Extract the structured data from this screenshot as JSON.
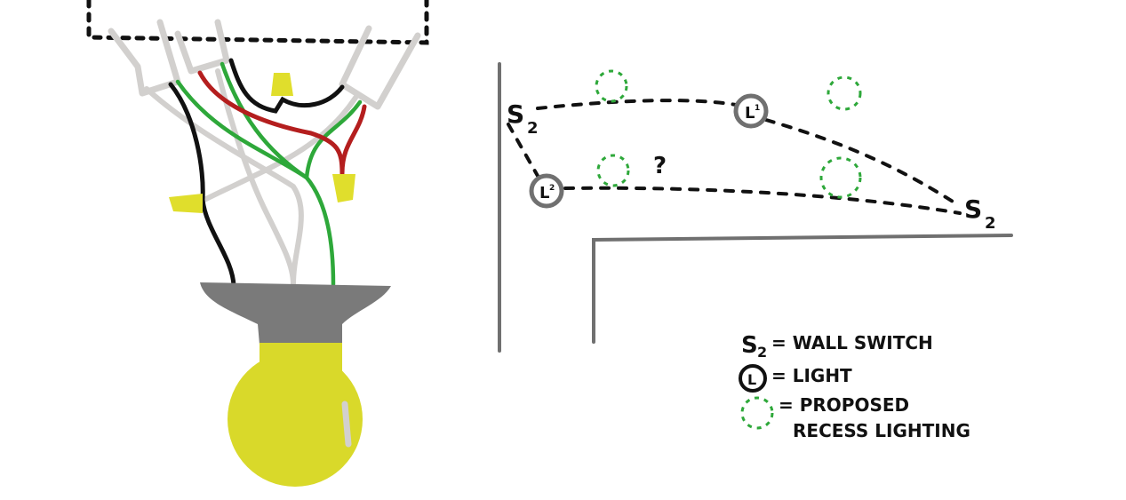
{
  "colors": {
    "black_wire": "#111111",
    "white_wire": "#d2d0ce",
    "green_wire": "#2ea83a",
    "red_wire": "#b41e1e",
    "wire_nut": "#e0de2c",
    "socket": "#7a7a7a",
    "bulb": "#d9d92a",
    "wall": "#707070",
    "recess": "#2ea83a"
  },
  "plan": {
    "switch_top": {
      "label": "S",
      "sub": "2"
    },
    "switch_bottom": {
      "label": "S",
      "sub": "2"
    },
    "light_1": {
      "label": "L",
      "sup": "1"
    },
    "light_2": {
      "label": "L",
      "sup": "2"
    },
    "question": "?"
  },
  "legend": {
    "switch_symbol": {
      "label": "S",
      "sub": "2"
    },
    "switch_text": "= WALL SWITCH",
    "light_symbol": "L",
    "light_text": "= LIGHT",
    "recess_text_line1": "= PROPOSED",
    "recess_text_line2": "RECESS LIGHTING"
  }
}
